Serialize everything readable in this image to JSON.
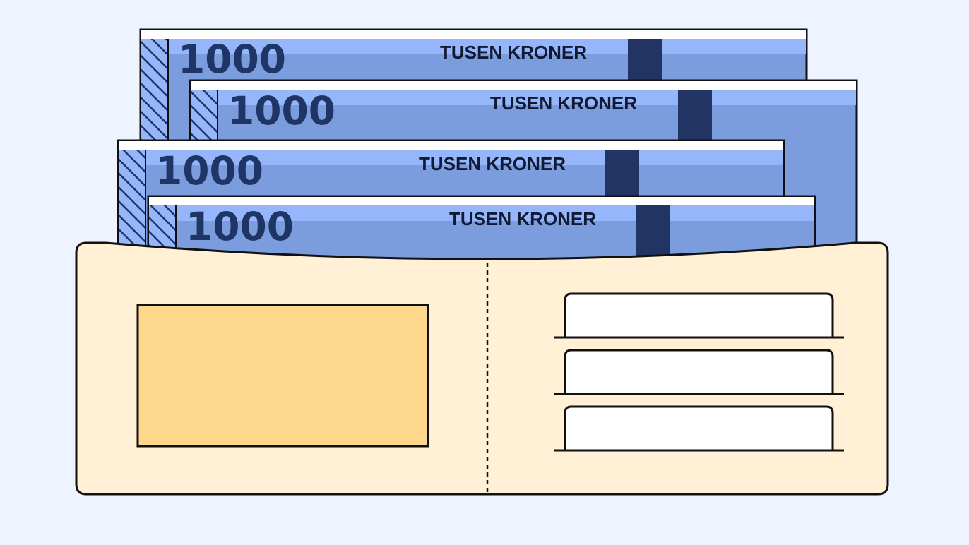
{
  "colors": {
    "background": "#edf3ff",
    "note_light": "#95b6fa",
    "note_dark": "#7c9ddd",
    "note_stripe": "#213463",
    "wallet": "#fff0d6",
    "card_window": "#fdd78b",
    "slot": "#ffffff",
    "outline": "#111111"
  },
  "notes": [
    {
      "amount": "1000",
      "name": "TUSEN KRONER"
    },
    {
      "amount": "1000",
      "name": "TUSEN KRONER"
    },
    {
      "amount": "1000",
      "name": "TUSEN KRONER"
    },
    {
      "amount": "1000",
      "name": "TUSEN KRONER"
    }
  ],
  "wallet": {
    "card_slot_count": 3
  }
}
